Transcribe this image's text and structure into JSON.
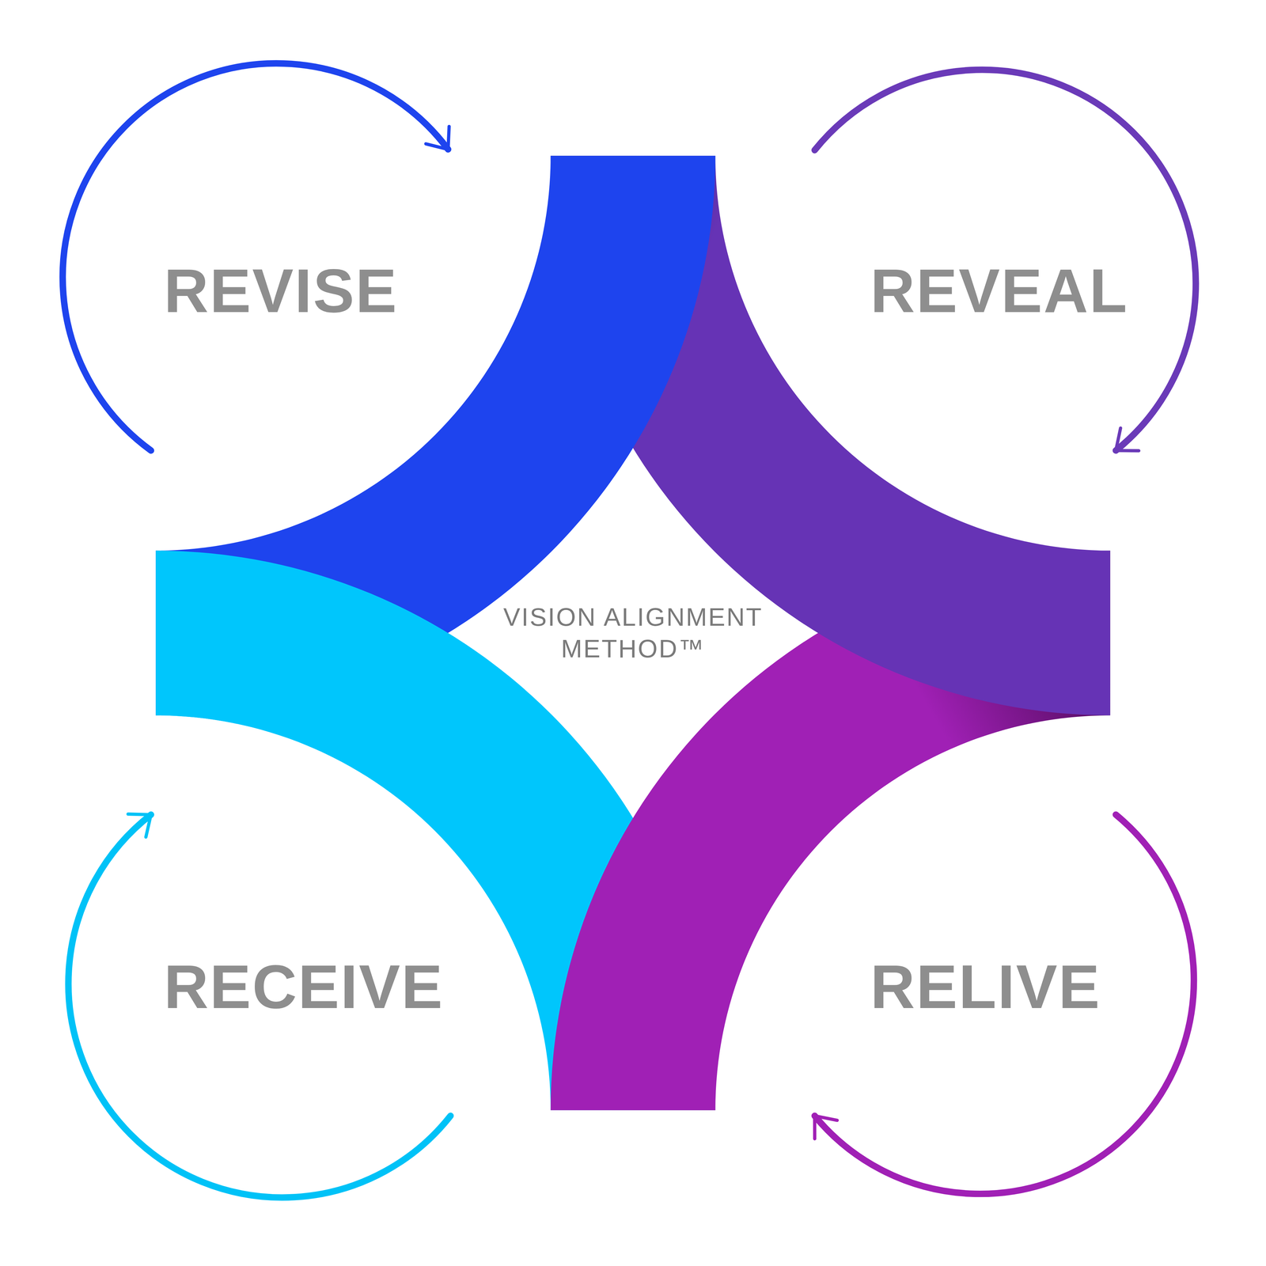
{
  "diagram": {
    "title": "VISION ALIGNMENT METHOD™",
    "labels": [
      "REVISE",
      "REVEAL",
      "RECEIVE",
      "RELIVE"
    ]
  }
}
